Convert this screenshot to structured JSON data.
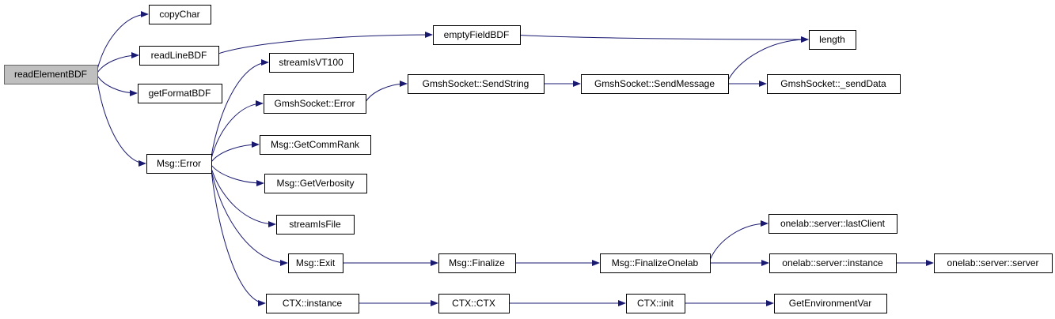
{
  "graph": {
    "root": "readElementBDF",
    "edge_color": "#191970",
    "root_fill": "#bfbfbf",
    "nodes": [
      {
        "id": "readElementBDF",
        "label": "readElementBDF"
      },
      {
        "id": "copyChar",
        "label": "copyChar"
      },
      {
        "id": "readLineBDF",
        "label": "readLineBDF"
      },
      {
        "id": "getFormatBDF",
        "label": "getFormatBDF"
      },
      {
        "id": "msgError",
        "label": "Msg::Error"
      },
      {
        "id": "emptyFieldBDF",
        "label": "emptyFieldBDF"
      },
      {
        "id": "length",
        "label": "length"
      },
      {
        "id": "streamIsVT100",
        "label": "streamIsVT100"
      },
      {
        "id": "gmshSocketError",
        "label": "GmshSocket::Error"
      },
      {
        "id": "gmshSocketSendString",
        "label": "GmshSocket::SendString"
      },
      {
        "id": "gmshSocketSendMessage",
        "label": "GmshSocket::SendMessage"
      },
      {
        "id": "gmshSocketSendData",
        "label": "GmshSocket::_sendData"
      },
      {
        "id": "msgGetCommRank",
        "label": "Msg::GetCommRank"
      },
      {
        "id": "msgGetVerbosity",
        "label": "Msg::GetVerbosity"
      },
      {
        "id": "streamIsFile",
        "label": "streamIsFile"
      },
      {
        "id": "msgExit",
        "label": "Msg::Exit"
      },
      {
        "id": "msgFinalize",
        "label": "Msg::Finalize"
      },
      {
        "id": "msgFinalizeOnelab",
        "label": "Msg::FinalizeOnelab"
      },
      {
        "id": "onelabLastClient",
        "label": "onelab::server::lastClient"
      },
      {
        "id": "onelabInstance",
        "label": "onelab::server::instance"
      },
      {
        "id": "onelabServer",
        "label": "onelab::server::server"
      },
      {
        "id": "ctxInstance",
        "label": "CTX::instance"
      },
      {
        "id": "ctxCtx",
        "label": "CTX::CTX"
      },
      {
        "id": "ctxInit",
        "label": "CTX::init"
      },
      {
        "id": "getEnvironmentVar",
        "label": "GetEnvironmentVar"
      }
    ],
    "edges": [
      [
        "readElementBDF",
        "copyChar"
      ],
      [
        "readElementBDF",
        "readLineBDF"
      ],
      [
        "readElementBDF",
        "getFormatBDF"
      ],
      [
        "readElementBDF",
        "msgError"
      ],
      [
        "readLineBDF",
        "emptyFieldBDF"
      ],
      [
        "emptyFieldBDF",
        "length"
      ],
      [
        "msgError",
        "streamIsVT100"
      ],
      [
        "msgError",
        "gmshSocketError"
      ],
      [
        "msgError",
        "msgGetCommRank"
      ],
      [
        "msgError",
        "msgGetVerbosity"
      ],
      [
        "msgError",
        "streamIsFile"
      ],
      [
        "msgError",
        "msgExit"
      ],
      [
        "msgError",
        "ctxInstance"
      ],
      [
        "gmshSocketError",
        "gmshSocketSendString"
      ],
      [
        "gmshSocketSendString",
        "gmshSocketSendMessage"
      ],
      [
        "gmshSocketSendMessage",
        "length"
      ],
      [
        "gmshSocketSendMessage",
        "gmshSocketSendData"
      ],
      [
        "msgExit",
        "msgFinalize"
      ],
      [
        "msgFinalize",
        "msgFinalizeOnelab"
      ],
      [
        "msgFinalizeOnelab",
        "onelabLastClient"
      ],
      [
        "msgFinalizeOnelab",
        "onelabInstance"
      ],
      [
        "onelabInstance",
        "onelabServer"
      ],
      [
        "ctxInstance",
        "ctxCtx"
      ],
      [
        "ctxCtx",
        "ctxInit"
      ],
      [
        "ctxInit",
        "getEnvironmentVar"
      ]
    ]
  }
}
